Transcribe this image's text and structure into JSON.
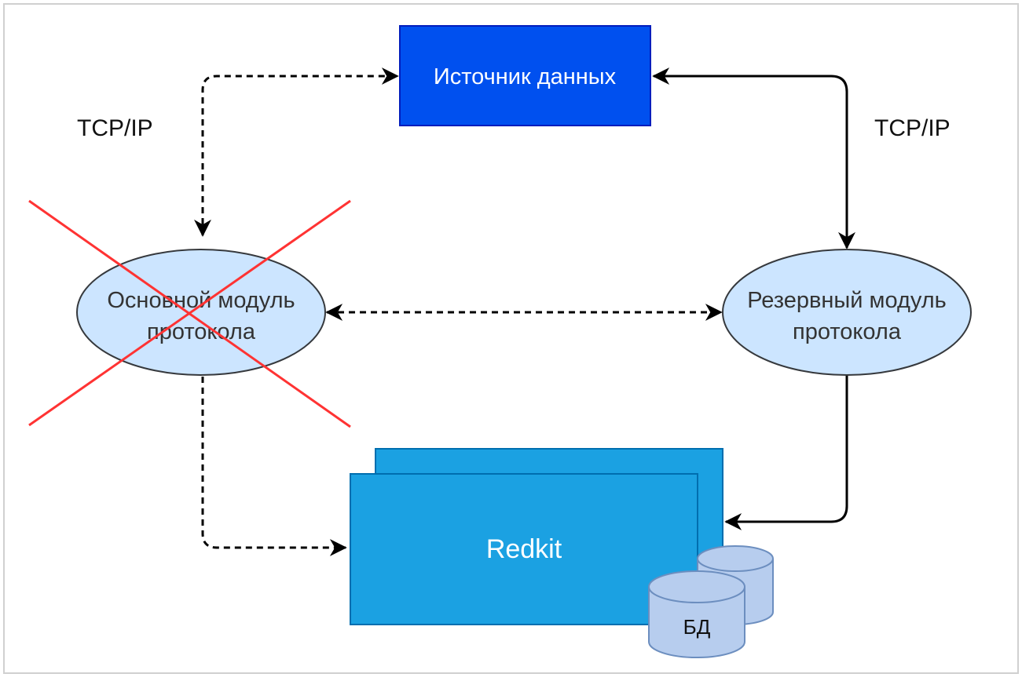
{
  "diagram": {
    "nodes": {
      "source": {
        "label": "Источник данных"
      },
      "primary": {
        "label_line1": "Основной модуль",
        "label_line2": "протокола",
        "status": "disabled"
      },
      "backup": {
        "label_line1": "Резервный модуль",
        "label_line2": "протокола"
      },
      "redkit": {
        "label": "Redkit"
      },
      "db": {
        "label": "БД"
      }
    },
    "edges": {
      "left_protocol_label": "TCP/IP",
      "right_protocol_label": "TCP/IP"
    },
    "colors": {
      "source_fill": "#0050ef",
      "source_stroke": "#001dbc",
      "module_fill": "#cce5ff",
      "module_stroke": "#36393d",
      "redkit_fill": "#1ba1e2",
      "redkit_stroke": "#006eaf",
      "db_fill": "#b7cdee",
      "db_stroke": "#6c8ebf",
      "cross": "#ff3333",
      "line": "#000000"
    }
  }
}
